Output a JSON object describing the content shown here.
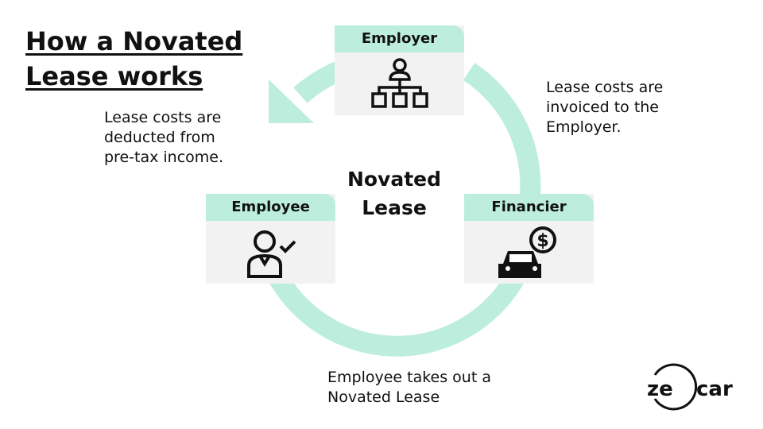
{
  "title_lines": [
    "How a Novated",
    "Lease works"
  ],
  "center_label": [
    "Novated",
    "Lease"
  ],
  "boxes": {
    "employer": "Employer",
    "employee": "Employee",
    "financier": "Financier"
  },
  "notes": {
    "left": [
      "Lease costs are",
      "deducted from",
      "pre-tax income."
    ],
    "right": [
      "Lease costs are",
      "invoiced to the",
      "Employer."
    ],
    "bottom": [
      "Employee takes out a",
      "Novated Lease"
    ]
  },
  "logo": "ze car",
  "colors": {
    "accent": "#bdeedd",
    "box": "#f2f2f2"
  }
}
